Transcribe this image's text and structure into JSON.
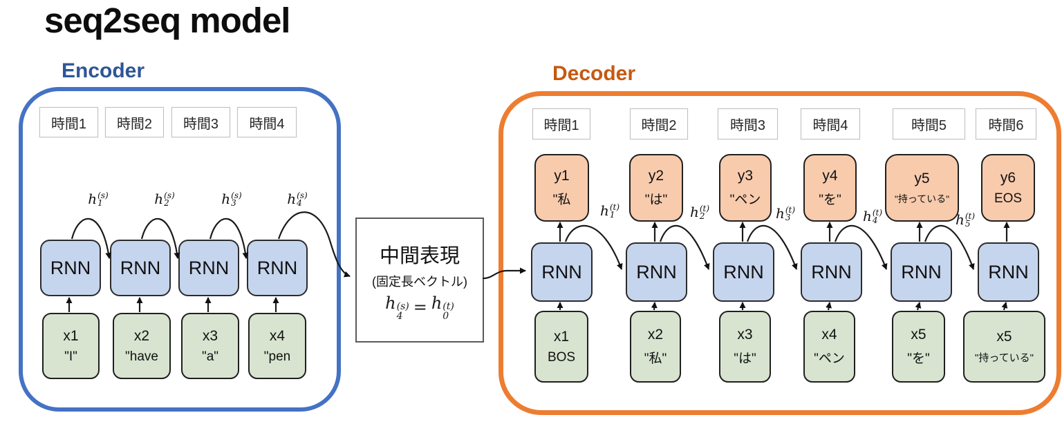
{
  "title": "seq2seq model",
  "encoder": {
    "label": "Encoder",
    "accent_color": "#4472C4",
    "label_color": "#2E5597",
    "time_steps": [
      "時間1",
      "時間2",
      "時間3",
      "時間4"
    ],
    "rnn_label": "RNN",
    "hidden_var": "h",
    "hidden": [
      {
        "sub": "1",
        "sup": "(s)"
      },
      {
        "sub": "2",
        "sup": "(s)"
      },
      {
        "sub": "3",
        "sup": "(s)"
      },
      {
        "sub": "4",
        "sup": "(s)"
      }
    ],
    "inputs": [
      {
        "name": "x1",
        "word": "\"I\""
      },
      {
        "name": "x2",
        "word": "\"have"
      },
      {
        "name": "x3",
        "word": "\"a\""
      },
      {
        "name": "x4",
        "word": "\"pen"
      }
    ]
  },
  "context": {
    "title": "中間表現",
    "subtitle": "(固定長ベクトル)",
    "eq": {
      "var": "h",
      "lhs_sub": "4",
      "lhs_sup": "(s)",
      "sign": "=",
      "rhs_sub": "0",
      "rhs_sup": "(t)"
    }
  },
  "decoder": {
    "label": "Decoder",
    "accent_color": "#ED7D31",
    "label_color": "#C55A11",
    "time_steps": [
      "時間1",
      "時間2",
      "時間3",
      "時間4",
      "時間5",
      "時間6"
    ],
    "rnn_label": "RNN",
    "hidden_var": "h",
    "hidden": [
      {
        "sub": "1",
        "sup": "(t)"
      },
      {
        "sub": "2",
        "sup": "(t)"
      },
      {
        "sub": "3",
        "sup": "(t)"
      },
      {
        "sub": "4",
        "sup": "(t)"
      },
      {
        "sub": "5",
        "sup": "(t)"
      }
    ],
    "outputs": [
      {
        "name": "y1",
        "word": "\"私"
      },
      {
        "name": "y2",
        "word": "\"は\""
      },
      {
        "name": "y3",
        "word": "\"ペン"
      },
      {
        "name": "y4",
        "word": "\"を\""
      },
      {
        "name": "y5",
        "word": "\"持っている\""
      },
      {
        "name": "y6",
        "word": "EOS"
      }
    ],
    "inputs": [
      {
        "name": "x1",
        "word": "BOS"
      },
      {
        "name": "x2",
        "word": "\"私\""
      },
      {
        "name": "x3",
        "word": "\"は\""
      },
      {
        "name": "x4",
        "word": "\"ペン"
      },
      {
        "name": "x5",
        "word": "\"を\""
      },
      {
        "name": "x5",
        "word": "\"持っている\""
      }
    ]
  },
  "colors": {
    "rnn_fill": "#C6D5EE",
    "input_fill": "#D8E4D0",
    "output_fill": "#F8CBAD",
    "arrow": "#1a1a1a"
  }
}
